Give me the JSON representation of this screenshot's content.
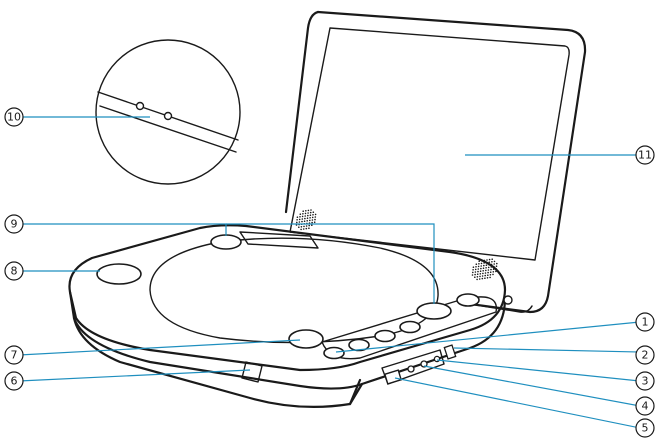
{
  "diagram": {
    "callouts": [
      {
        "id": "1",
        "label": "1"
      },
      {
        "id": "2",
        "label": "2"
      },
      {
        "id": "3",
        "label": "3"
      },
      {
        "id": "4",
        "label": "4"
      },
      {
        "id": "5",
        "label": "5"
      },
      {
        "id": "6",
        "label": "6"
      },
      {
        "id": "7",
        "label": "7"
      },
      {
        "id": "8",
        "label": "8"
      },
      {
        "id": "9",
        "label": "9"
      },
      {
        "id": "10",
        "label": "10"
      },
      {
        "id": "11",
        "label": "11"
      }
    ],
    "colors": {
      "outline": "#1a1a1a",
      "leader_line": "#1f8fbf",
      "background": "#ffffff"
    }
  }
}
